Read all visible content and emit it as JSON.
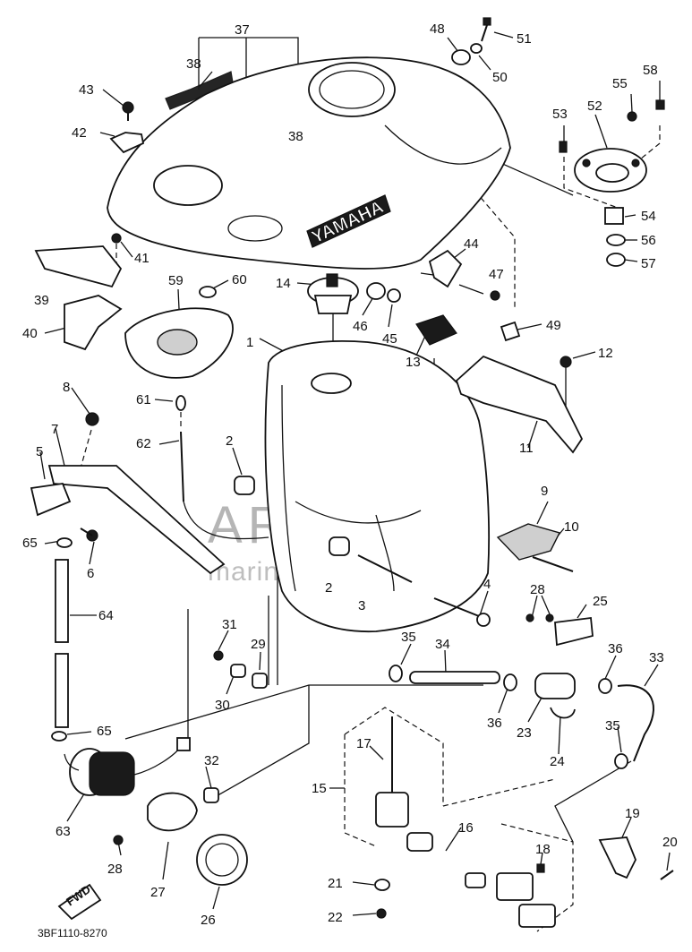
{
  "diagram": {
    "doc_code": "3BF1110-8270",
    "tank_brand": "YAMAHA",
    "fwd_marker": "FWD",
    "watermark": {
      "line1": "ARMADA",
      "line2": "marine outboards",
      "logo_color": "#e8a6c8"
    },
    "callouts": [
      {
        "id": "c1",
        "text": "1"
      },
      {
        "id": "c2a",
        "text": "2"
      },
      {
        "id": "c2b",
        "text": "2"
      },
      {
        "id": "c3",
        "text": "3"
      },
      {
        "id": "c4",
        "text": "4"
      },
      {
        "id": "c5",
        "text": "5"
      },
      {
        "id": "c6",
        "text": "6"
      },
      {
        "id": "c7",
        "text": "7"
      },
      {
        "id": "c8",
        "text": "8"
      },
      {
        "id": "c9",
        "text": "9"
      },
      {
        "id": "c10",
        "text": "10"
      },
      {
        "id": "c11",
        "text": "11"
      },
      {
        "id": "c12",
        "text": "12"
      },
      {
        "id": "c13",
        "text": "13"
      },
      {
        "id": "c14",
        "text": "14"
      },
      {
        "id": "c15",
        "text": "15"
      },
      {
        "id": "c16",
        "text": "16"
      },
      {
        "id": "c17",
        "text": "17"
      },
      {
        "id": "c18",
        "text": "18"
      },
      {
        "id": "c19",
        "text": "19"
      },
      {
        "id": "c20",
        "text": "20"
      },
      {
        "id": "c21",
        "text": "21"
      },
      {
        "id": "c22",
        "text": "22"
      },
      {
        "id": "c23",
        "text": "23"
      },
      {
        "id": "c24",
        "text": "24"
      },
      {
        "id": "c25",
        "text": "25"
      },
      {
        "id": "c26",
        "text": "26"
      },
      {
        "id": "c27",
        "text": "27"
      },
      {
        "id": "c28a",
        "text": "28"
      },
      {
        "id": "c28b",
        "text": "28"
      },
      {
        "id": "c29",
        "text": "29"
      },
      {
        "id": "c30",
        "text": "30"
      },
      {
        "id": "c31",
        "text": "31"
      },
      {
        "id": "c32",
        "text": "32"
      },
      {
        "id": "c33",
        "text": "33"
      },
      {
        "id": "c34",
        "text": "34"
      },
      {
        "id": "c35a",
        "text": "35"
      },
      {
        "id": "c35b",
        "text": "35"
      },
      {
        "id": "c36a",
        "text": "36"
      },
      {
        "id": "c36b",
        "text": "36"
      },
      {
        "id": "c37",
        "text": "37"
      },
      {
        "id": "c38a",
        "text": "38"
      },
      {
        "id": "c38b",
        "text": "38"
      },
      {
        "id": "c39",
        "text": "39"
      },
      {
        "id": "c40",
        "text": "40"
      },
      {
        "id": "c41",
        "text": "41"
      },
      {
        "id": "c42",
        "text": "42"
      },
      {
        "id": "c43",
        "text": "43"
      },
      {
        "id": "c44",
        "text": "44"
      },
      {
        "id": "c45",
        "text": "45"
      },
      {
        "id": "c46",
        "text": "46"
      },
      {
        "id": "c47",
        "text": "47"
      },
      {
        "id": "c48",
        "text": "48"
      },
      {
        "id": "c49",
        "text": "49"
      },
      {
        "id": "c50",
        "text": "50"
      },
      {
        "id": "c51",
        "text": "51"
      },
      {
        "id": "c52",
        "text": "52"
      },
      {
        "id": "c53",
        "text": "53"
      },
      {
        "id": "c54",
        "text": "54"
      },
      {
        "id": "c55",
        "text": "55"
      },
      {
        "id": "c56",
        "text": "56"
      },
      {
        "id": "c57",
        "text": "57"
      },
      {
        "id": "c58",
        "text": "58"
      },
      {
        "id": "c59",
        "text": "59"
      },
      {
        "id": "c60",
        "text": "60"
      },
      {
        "id": "c61",
        "text": "61"
      },
      {
        "id": "c62",
        "text": "62"
      },
      {
        "id": "c63",
        "text": "63"
      },
      {
        "id": "c64",
        "text": "64"
      },
      {
        "id": "c65a",
        "text": "65"
      },
      {
        "id": "c65b",
        "text": "65"
      }
    ]
  }
}
